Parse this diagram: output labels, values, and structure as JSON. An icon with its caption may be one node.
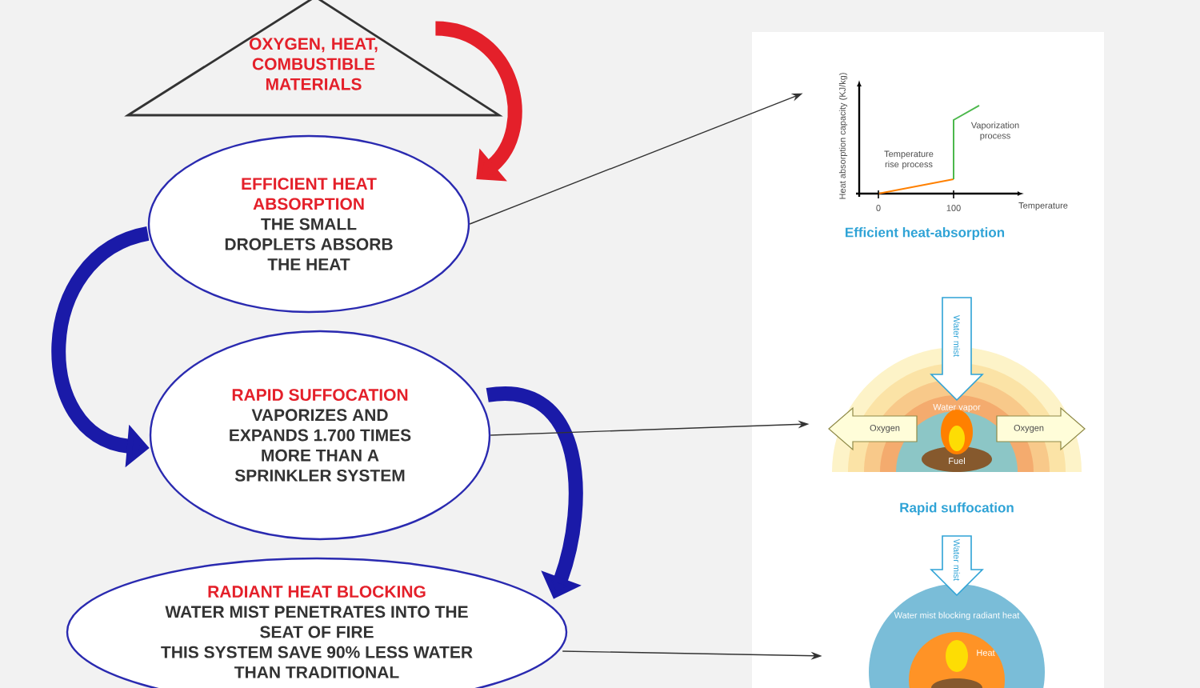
{
  "diagram": {
    "nodes": [
      {
        "text": [
          "OXYGEN, HEAT, COMBUSTIBLE MATERIALS"
        ]
      },
      {
        "text": [
          "EFFICIENT HEAT ABSORPTION",
          "THE SMALL DROPLETS ABSORB THE HEAT"
        ]
      },
      {
        "text": [
          "RAPID SUFFOCATION",
          "VAPORIZES AND EXPANDS 1.700 TIMES MORE THAN A SPRINKLER SYSTEM"
        ]
      },
      {
        "text": [
          "RADIANT HEAT BLOCKING",
          "WATER MIST PENETRATES INTO THE SEAT OF FIRE",
          "THIS SYSTEM SAVE 90% LESS WATER THAN TRADITIONAL"
        ]
      },
      {
        "text": [
          "Heat absorption capacity (KJ/kg)",
          "Temperature rise process",
          "Vaporization process",
          "0",
          "100",
          "Temperature"
        ],
        "beside": [
          "Efficient heat-absorption"
        ]
      },
      {
        "text": [
          "Water mist",
          "Oxygen",
          "Water vapor",
          "Oxygen",
          "Fuel"
        ],
        "beside": [
          "Rapid suffocation"
        ]
      },
      {
        "text": [
          "Water mist",
          "Water mist blocking radiant heat",
          "Heat"
        ]
      }
    ],
    "edges": [
      {
        "from": 0,
        "to": 1,
        "arrow": "to",
        "style": "thick",
        "color": "#e4202a"
      },
      {
        "from": 1,
        "to": 2,
        "arrow": "to",
        "style": "thick",
        "color": "#1a1aa8"
      },
      {
        "from": 2,
        "to": 3,
        "arrow": "to",
        "style": "thick",
        "color": "#1a1aa8"
      },
      {
        "from": 1,
        "to": 4,
        "arrow": "to"
      },
      {
        "from": 2,
        "to": 5,
        "arrow": "to"
      },
      {
        "from": 3,
        "to": 6,
        "arrow": "to"
      }
    ]
  }
}
